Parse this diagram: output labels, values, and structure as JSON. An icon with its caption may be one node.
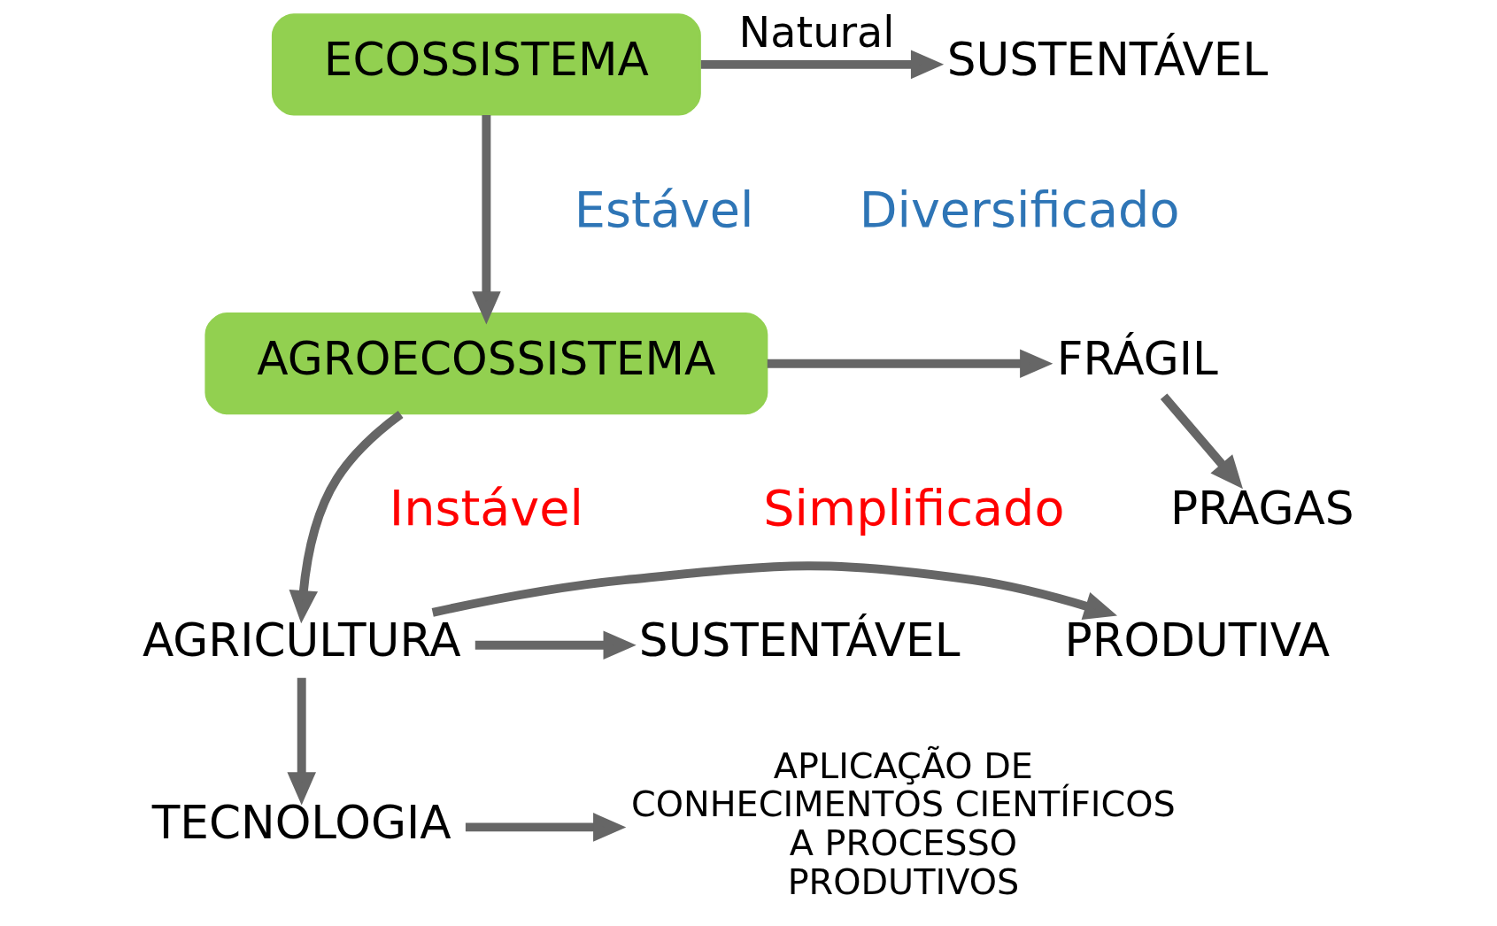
{
  "diagram": {
    "nodes": [
      {
        "text": [
          "ECOSSISTEMA"
        ]
      },
      {
        "text": [
          "SUSTENTÁVEL"
        ]
      },
      {
        "text": [
          "AGROECOSSISTEMA"
        ]
      },
      {
        "text": [
          "FRÁGIL"
        ]
      },
      {
        "text": [
          "PRAGAS"
        ]
      },
      {
        "text": [
          "AGRICULTURA"
        ]
      },
      {
        "text": [
          "PRODUTIVA"
        ]
      },
      {
        "text": [
          "SUSTENTÁVEL"
        ]
      },
      {
        "text": [
          "TECNOLOGIA"
        ]
      },
      {
        "text": [
          "APLICAÇÃO DE CONHECIMENTOS CIENTÍFICOS A PROCESSO PRODUTIVOS"
        ]
      }
    ],
    "edges": [
      {
        "from": 0,
        "to": 1,
        "arrow": "to",
        "label": "Natural"
      },
      {
        "from": 0,
        "to": 2,
        "arrow": "to"
      },
      {
        "from": 2,
        "to": 3,
        "arrow": "to"
      },
      {
        "from": 3,
        "to": 4,
        "arrow": "to"
      },
      {
        "from": 2,
        "to": 5,
        "arrow": "to"
      },
      {
        "from": 5,
        "to": 6,
        "arrow": "to"
      },
      {
        "from": 5,
        "to": 7,
        "arrow": "to"
      },
      {
        "from": 5,
        "to": 8,
        "arrow": "to"
      },
      {
        "from": 8,
        "to": 9,
        "arrow": "to"
      }
    ],
    "labels": [
      "Estável",
      "Diversificado",
      "Instável",
      "Simplificado"
    ]
  }
}
